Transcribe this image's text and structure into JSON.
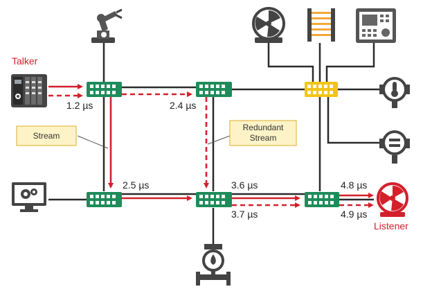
{
  "colors": {
    "switch_green": "#1e8c5a",
    "switch_yellow": "#f2c417",
    "stream_red": "#d3202b",
    "wire_dark": "#2a2a2a",
    "note_box": "#fdf3c7",
    "note_border": "#e3b94a"
  },
  "labels": {
    "talker": "Talker",
    "listener": "Listener",
    "stream": "Stream",
    "redundant_line1": "Redundant",
    "redundant_line2": "Stream"
  },
  "latencies": {
    "t1": "1.2 µs",
    "t2": "2.4 µs",
    "t3": "2.5 µs",
    "t4": "3.6 µs",
    "t5": "3.7 µs",
    "t6": "4.8 µs",
    "t7": "4.9 µs"
  },
  "icons": {
    "talker": "plc-controller-icon",
    "robot": "robot-arm-icon",
    "fan": "fan-motor-icon",
    "light_curtain": "light-curtain-icon",
    "hmi": "hmi-panel-icon",
    "temp_sensor": "temperature-sensor-icon",
    "flow_sensor": "flow-sensor-icon",
    "pc": "monitor-gears-icon",
    "valve": "valve-icon",
    "listener": "fan-motor-listener-icon"
  }
}
